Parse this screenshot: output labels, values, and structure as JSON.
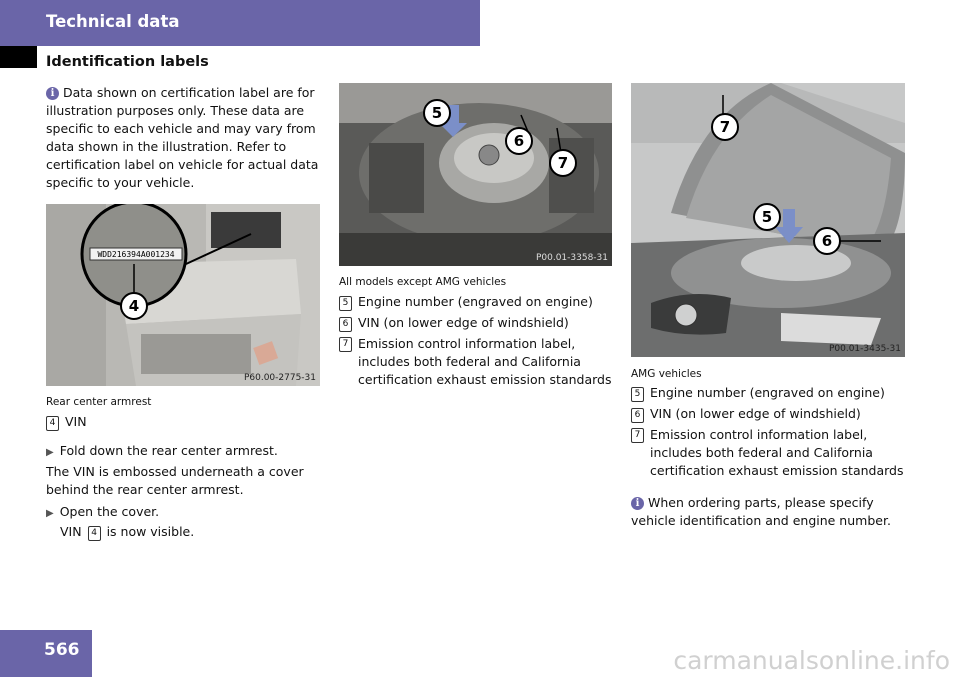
{
  "header": {
    "chapter": "Technical data",
    "section": "Identification labels"
  },
  "left_column": {
    "info_note": "Data shown on certification label are for illustration purposes only. These data are specific to each vehicle and may vary from data shown in the illustration. Refer to certification label on vehicle for actual data specific to your vehicle.",
    "photo_code": "P60.00-2775-31",
    "photo_label_text": "WDD216394A001234",
    "caption": "Rear center armrest",
    "legend": [
      {
        "num": "4",
        "text": "VIN"
      }
    ],
    "step1": "Fold down the rear center armrest.",
    "body_text": "The VIN is embossed underneath a cover behind the rear center armrest.",
    "step2_line1": "Open the cover.",
    "step2_vin": "VIN",
    "step2_num": "4",
    "step2_rest": "is now visible."
  },
  "middle_column": {
    "photo_code": "P00.01-3358-31",
    "caption": "All models except AMG vehicles",
    "legend": [
      {
        "num": "5",
        "text": "Engine number (engraved on engine)"
      },
      {
        "num": "6",
        "text": "VIN (on lower edge of windshield)"
      },
      {
        "num": "7",
        "text": "Emission control information label, includes both federal and California certification exhaust emission standards"
      }
    ]
  },
  "right_column": {
    "photo_code": "P00.01-3435-31",
    "caption": "AMG vehicles",
    "legend": [
      {
        "num": "5",
        "text": "Engine number (engraved on engine)"
      },
      {
        "num": "6",
        "text": "VIN (on lower edge of windshield)"
      },
      {
        "num": "7",
        "text": "Emission control information label, includes both federal and California certification exhaust emission standards"
      }
    ],
    "info_note": "When ordering parts, please specify vehicle identification and engine number."
  },
  "callouts": {
    "four": "4",
    "five": "5",
    "six": "6",
    "seven": "7"
  },
  "page_number": "566",
  "watermark": "carmanualsonline.info",
  "colors": {
    "accent": "#6a65a8"
  }
}
